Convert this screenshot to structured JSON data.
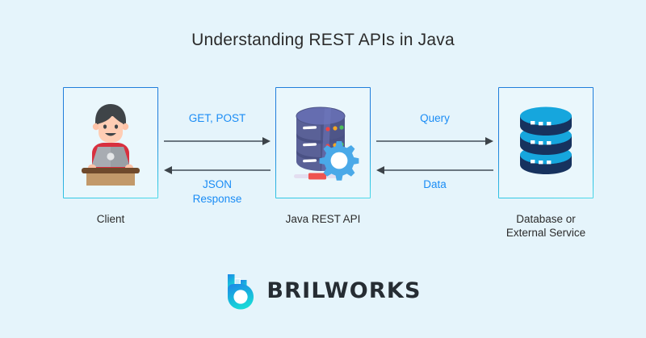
{
  "title": "Understanding REST APIs in Java",
  "background_color": "#e5f4fb",
  "accent_color": "#1a8cf5",
  "nodes": [
    {
      "id": "client",
      "label": "Client",
      "icon": "person-at-laptop-icon"
    },
    {
      "id": "api",
      "label": "Java REST API",
      "icon": "database-gear-icon"
    },
    {
      "id": "database",
      "label_line1": "Database or",
      "label_line2": "External Service",
      "icon": "database-stack-icon"
    }
  ],
  "connections": [
    {
      "id": "client-to-api",
      "forward_label": "GET, POST",
      "backward_label_line1": "JSON",
      "backward_label_line2": "Response"
    },
    {
      "id": "api-to-database",
      "forward_label": "Query",
      "backward_label": "Data"
    }
  ],
  "brand": {
    "name": "BRILWORKS",
    "mark": "brilworks-b-logo-icon"
  }
}
